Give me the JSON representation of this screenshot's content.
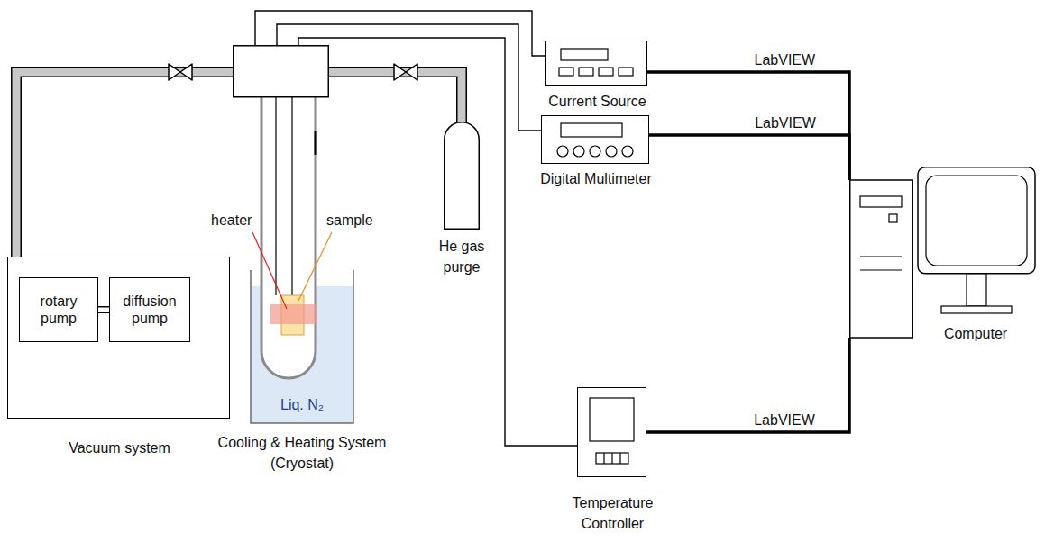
{
  "diagram": {
    "nodes": [
      {
        "text": [
          "Vacuum system"
        ]
      },
      {
        "text": [
          "rotary pump"
        ],
        "in": 0
      },
      {
        "text": [
          "diffusion pump"
        ],
        "in": 0
      },
      {
        "text": [
          "Liq. N₂",
          "Cooling & Heating System (Cryostat)"
        ]
      },
      {
        "text": [
          "He gas purge"
        ]
      },
      {
        "text": [
          "Current Source"
        ]
      },
      {
        "text": [
          "Digital Multimeter"
        ]
      },
      {
        "text": [
          "Temperature Controller"
        ]
      },
      {
        "text": [
          "Computer"
        ]
      }
    ],
    "edges": [
      {
        "from": 1,
        "to": 2,
        "arrow": "none"
      },
      {
        "from": 0,
        "to": 3,
        "arrow": "none"
      },
      {
        "from": 4,
        "to": 3,
        "arrow": "none"
      },
      {
        "from": 3,
        "to": 5,
        "arrow": "none"
      },
      {
        "from": 3,
        "to": 6,
        "arrow": "none"
      },
      {
        "from": 3,
        "to": 7,
        "arrow": "none"
      },
      {
        "from": 5,
        "to": 8,
        "label": "LabVIEW",
        "arrow": "none"
      },
      {
        "from": 6,
        "to": 8,
        "label": "LabVIEW",
        "arrow": "none"
      },
      {
        "from": 7,
        "to": 8,
        "label": "LabVIEW",
        "arrow": "none"
      }
    ],
    "labels": [
      "heater",
      "sample"
    ]
  }
}
